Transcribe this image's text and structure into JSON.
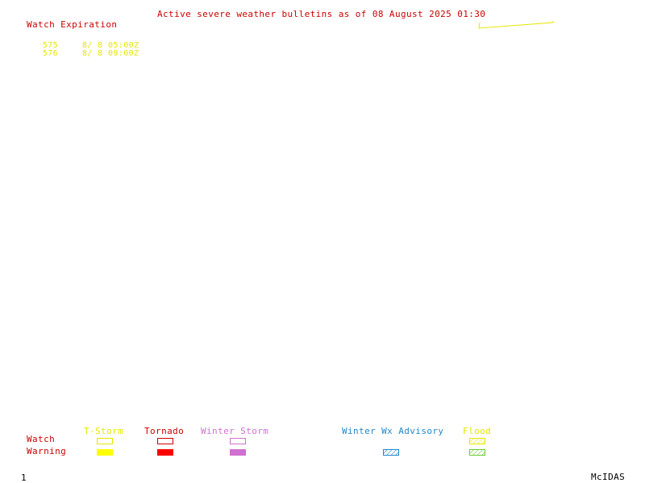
{
  "title": "Active severe weather bulletins as of 08 August 2025 01:30",
  "watch_expiration": {
    "heading": "Watch Expiration",
    "items": [
      {
        "number": "575",
        "expires": "8/ 8 05:00Z"
      },
      {
        "number": "576",
        "expires": "8/ 8 09:00Z"
      }
    ]
  },
  "legend": {
    "row_labels": {
      "watch": "Watch",
      "warning": "Warning"
    },
    "categories": [
      {
        "label": "T-Storm",
        "color": "#ffff00",
        "watch_style": "outline",
        "warning_style": "solid"
      },
      {
        "label": "Tornado",
        "color": "#ff0000",
        "watch_style": "outline",
        "warning_style": "solid"
      },
      {
        "label": "Winter Storm",
        "color": "#d070d0",
        "watch_style": "outline",
        "warning_style": "solid"
      },
      {
        "label": "Winter Wx Advisory",
        "color": "#2288cc",
        "watch_style": "none",
        "warning_style": "hatched"
      },
      {
        "label": "Flood",
        "color": "#66cc33",
        "label_color": "#e6e600",
        "watch_style": "hatched-yellow",
        "warning_style": "hatched"
      }
    ]
  },
  "footer": {
    "page_number": "1",
    "software": "McIDAS"
  },
  "colors": {
    "header_red": "#cc0000",
    "watch_yellow": "#e6e600"
  }
}
